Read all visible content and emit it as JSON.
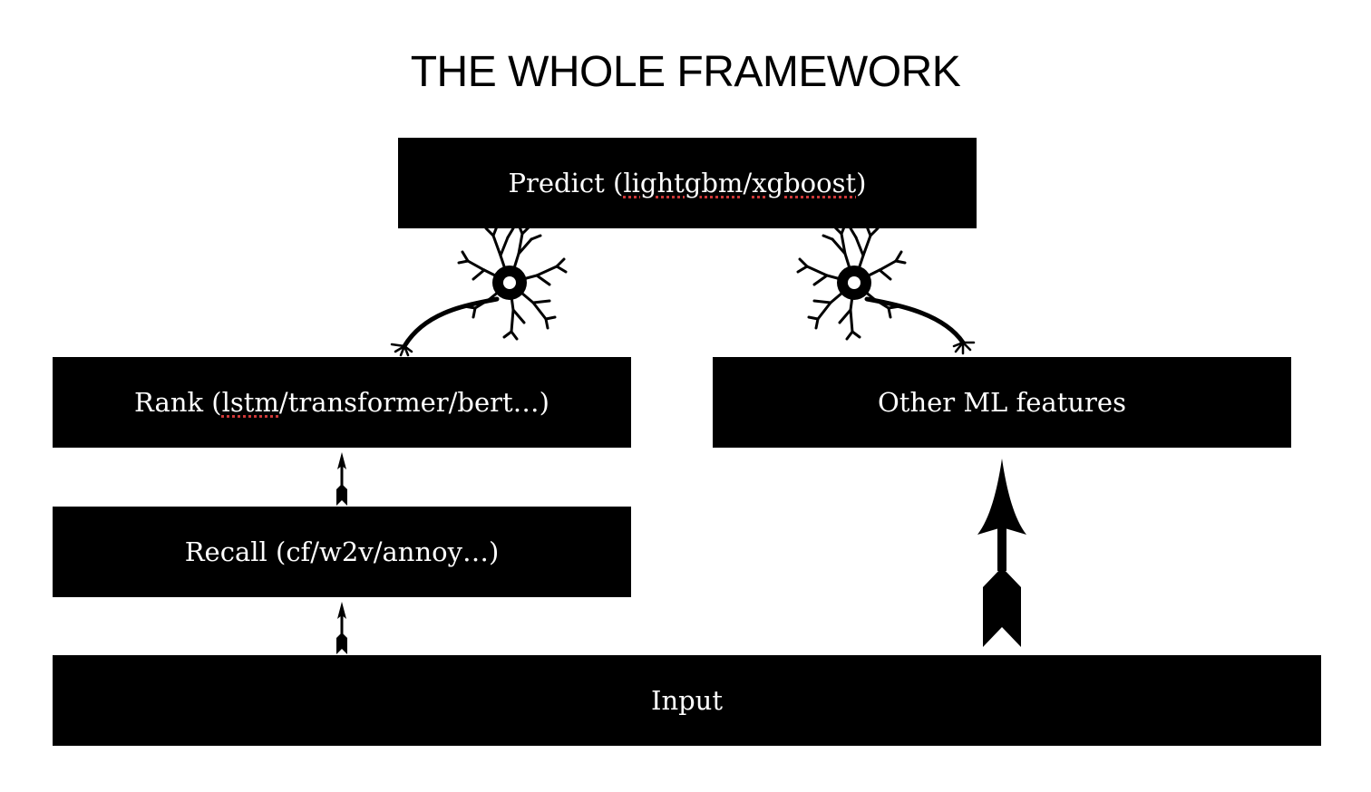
{
  "title": "THE WHOLE FRAMEWORK",
  "boxes": {
    "predict": {
      "prefix": "Predict (",
      "word1": "lightgbm",
      "slash": "/",
      "word2": "xgboost",
      "suffix": ")"
    },
    "rank": {
      "prefix": "Rank (",
      "word1": "lstm",
      "rest": "/transformer/bert…)"
    },
    "other": {
      "label": "Other ML features"
    },
    "recall": {
      "label": "Recall (cf/w2v/annoy…)"
    },
    "input": {
      "label": "Input"
    }
  },
  "icons": [
    "neuron-icon",
    "neuron-icon",
    "arrow-up-icon",
    "arrow-up-icon",
    "arrow-up-icon"
  ],
  "colors": {
    "box_fill": "#000000",
    "box_text": "#ffffff",
    "spellcheck_underline": "#d23a3a"
  }
}
